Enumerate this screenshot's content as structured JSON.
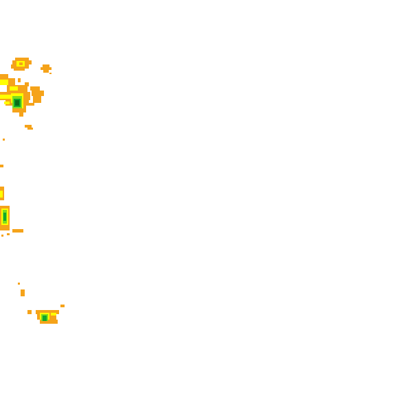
{
  "map": {
    "type": "precipitation-radar-tile",
    "background": "#ffffff",
    "palette": {
      "light": "#f5a31a",
      "moderate": "#ffff00",
      "heavy": "#7fdc1e",
      "very_heavy": "#12a82c",
      "extreme": "#0a6b1a"
    },
    "cells": [
      {
        "name": "cell-northwest-upper",
        "intensity": "moderate"
      },
      {
        "name": "cell-northwest-small",
        "intensity": "light"
      },
      {
        "name": "cell-northwest-main",
        "intensity": "extreme"
      },
      {
        "name": "cell-west-fragment",
        "intensity": "light"
      },
      {
        "name": "cell-west-band",
        "intensity": "very_heavy"
      },
      {
        "name": "cell-west-south",
        "intensity": "light"
      },
      {
        "name": "cell-south-cluster",
        "intensity": "very_heavy"
      }
    ]
  }
}
